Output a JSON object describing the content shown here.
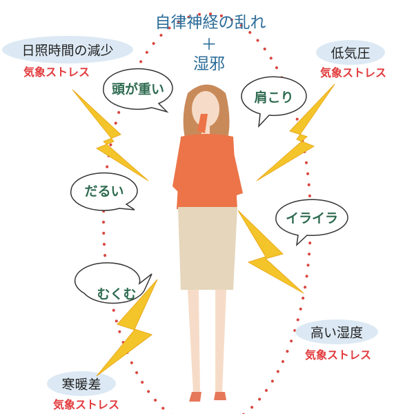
{
  "title": {
    "line1": "自律神経の乱れ",
    "plus": "＋",
    "line2": "湿邪"
  },
  "factors": [
    {
      "name": "日照時間の減少",
      "stress": "気象ストレス"
    },
    {
      "name": "低気圧",
      "stress": "気象ストレス"
    },
    {
      "name": "高い湿度",
      "stress": "気象ストレス"
    },
    {
      "name": "寒暖差",
      "stress": "気象ストレス"
    }
  ],
  "symptoms": [
    "頭が重い",
    "肩こり",
    "だるい",
    "イライラ",
    "むくむ"
  ],
  "colors": {
    "title": "#2b6c98",
    "stress": "#e23a3c",
    "symptom": "#2e6b50",
    "bubble": "#dce9f4",
    "bolt": "#f4c52a",
    "dots": "#d9463f"
  }
}
